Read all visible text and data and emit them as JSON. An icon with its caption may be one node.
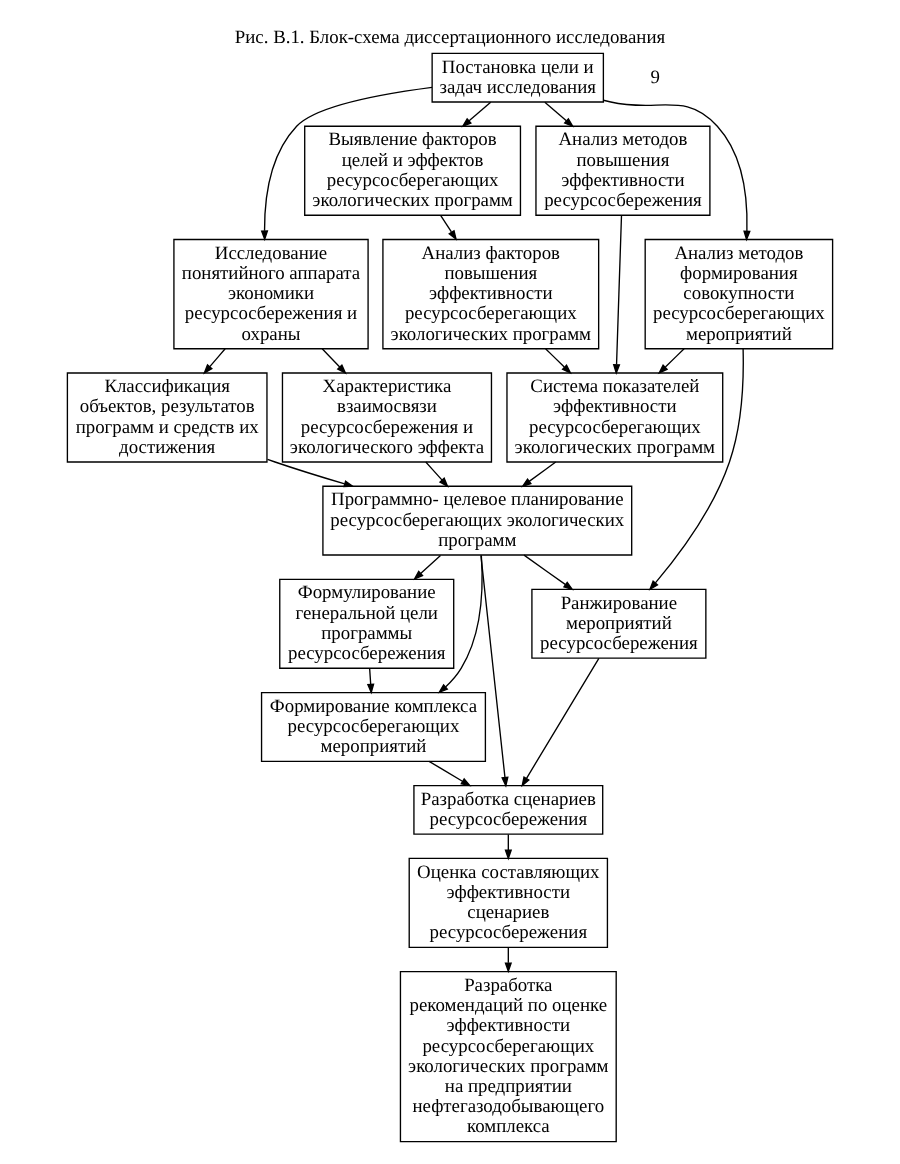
{
  "diagram": {
    "title": "Рис. В.1. Блок-схема диссертационного исследования",
    "nodes": [
      {
        "text": [
          "Постановка цели и задач исследования"
        ]
      },
      {
        "text": [
          "Исследование понятийного аппарата экономики ресурсосбережения и охраны"
        ]
      },
      {
        "text": [
          "Выявление факторов целей и эффектов ресурсосберегающих экологических программ"
        ]
      },
      {
        "text": [
          "Разработка рекомендаций по оценке эффективности ресурсосберегающих экологических программ на предприятии нефтегазодобывающего комплекса"
        ]
      },
      {
        "text": [
          "Анализ методов повышения эффективности ресурсосбережения"
        ]
      },
      {
        "text": [
          "Анализ методов формирования совокупности ресурсосберегающих мероприятий"
        ]
      },
      {
        "text": [
          "Классификация объектов, результатов программ и средств их достижения"
        ]
      },
      {
        "text": [
          "Характеристика взаимосвязи ресурсосбережения и экологического эффекта"
        ]
      },
      {
        "text": [
          "Анализ факторов повышения эффективности ресурсосберегающих экологических программ"
        ]
      },
      {
        "text": [
          "Система показателей эффективности ресурсосберегающих экологических программ"
        ]
      },
      {
        "text": [
          "Программно- целевое планирование ресурсосберегающих экологических программ"
        ]
      },
      {
        "text": [
          "Формулирование генеральной цели программы ресурсосбережения"
        ]
      },
      {
        "text": [
          "Формирование комплекса ресурсосберегающих мероприятий"
        ]
      },
      {
        "text": [
          "Разработка сценариев ресурсосбережения"
        ]
      },
      {
        "text": [
          "Ранжирование мероприятий ресурсосбережения"
        ]
      },
      {
        "text": [
          "Оценка составляющих эффективности сценариев ресурсосбережения"
        ]
      }
    ],
    "edges": [
      {
        "from": 0,
        "to": 1,
        "arrow": "to"
      },
      {
        "from": 0,
        "to": 2,
        "arrow": "to"
      },
      {
        "from": 0,
        "to": 4,
        "arrow": "to"
      },
      {
        "from": 0,
        "to": 5,
        "arrow": "to"
      },
      {
        "from": 1,
        "to": 6,
        "arrow": "to"
      },
      {
        "from": 1,
        "to": 7,
        "arrow": "to"
      },
      {
        "from": 2,
        "to": 8,
        "arrow": "to"
      },
      {
        "from": 6,
        "to": 10,
        "arrow": "to"
      },
      {
        "from": 7,
        "to": 10,
        "arrow": "to"
      },
      {
        "from": 8,
        "to": 9,
        "arrow": "to"
      },
      {
        "from": 4,
        "to": 9,
        "arrow": "to"
      },
      {
        "from": 5,
        "to": 9,
        "arrow": "to"
      },
      {
        "from": 9,
        "to": 10,
        "arrow": "to"
      },
      {
        "from": 5,
        "to": 14,
        "arrow": "to"
      },
      {
        "from": 10,
        "to": 11,
        "arrow": "to"
      },
      {
        "from": 10,
        "to": 12,
        "arrow": "to"
      },
      {
        "from": 10,
        "to": 13,
        "arrow": "to"
      },
      {
        "from": 10,
        "to": 14,
        "arrow": "to"
      },
      {
        "from": 11,
        "to": 12,
        "arrow": "to"
      },
      {
        "from": 12,
        "to": 13,
        "arrow": "to"
      },
      {
        "from": 14,
        "to": 13,
        "arrow": "to"
      },
      {
        "from": 13,
        "to": 15,
        "arrow": "to"
      },
      {
        "from": 15,
        "to": 3,
        "arrow": "to"
      }
    ],
    "labels": [
      "9"
    ]
  }
}
